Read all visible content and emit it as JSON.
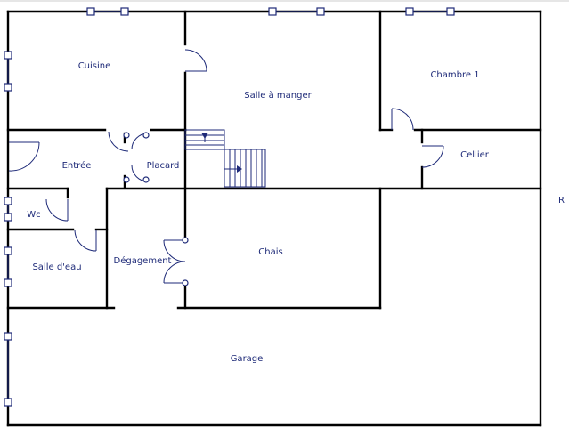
{
  "colors": {
    "wall": "#000000",
    "label": "#1e2a78",
    "background": "#ffffff"
  },
  "rooms": {
    "cuisine": "Cuisine",
    "salle_a_manger": "Salle à manger",
    "chambre_1": "Chambre 1",
    "entree": "Entrée",
    "placard": "Placard",
    "cellier": "Cellier",
    "wc": "Wc",
    "salle_d_eau": "Salle d'eau",
    "degagement": "Dégagement",
    "chais": "Chais",
    "garage": "Garage"
  },
  "edge_text": "R"
}
